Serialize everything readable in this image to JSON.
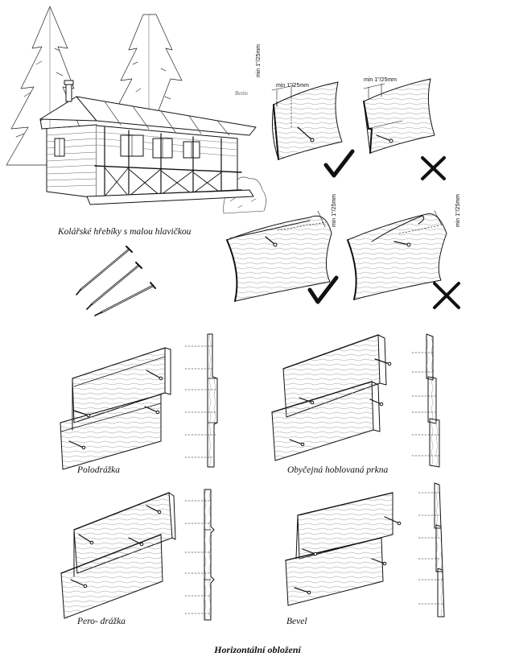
{
  "labels": {
    "nails_caption": "Kolářské hřebíky s malou hlavičkou",
    "signature": "Bettie",
    "dimension": "min 1\"/25mm",
    "polodrazka": "Polodrážka",
    "planed": "Obyčejná hoblovaná prkna",
    "pero_drazka": "Pero- drážka",
    "bevel": "Bevel",
    "title": "Horizontální obložení"
  },
  "marks": {
    "correct": "✔",
    "wrong": "✕"
  }
}
